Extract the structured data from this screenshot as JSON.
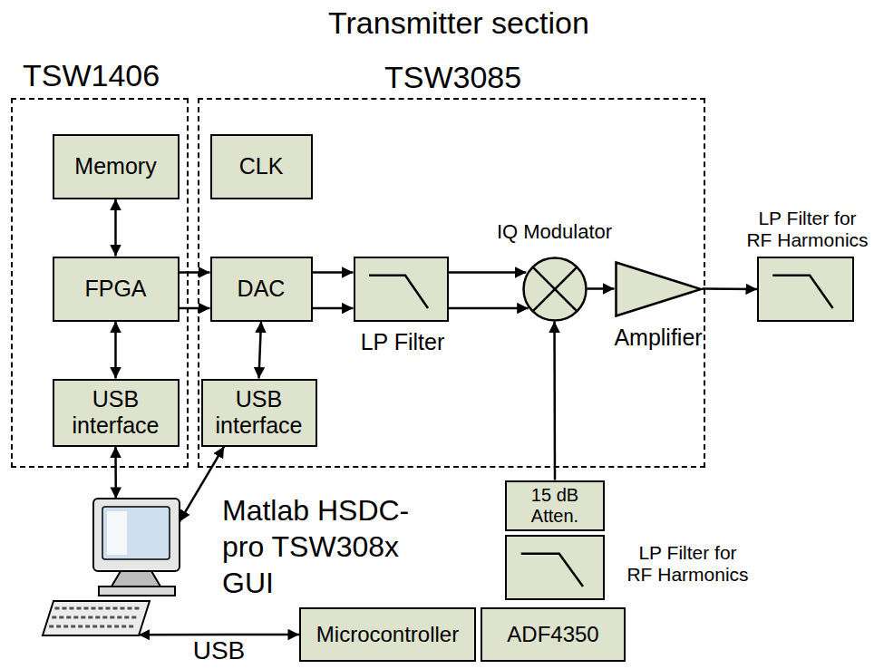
{
  "diagram": {
    "title": "Transmitter section",
    "nodes": [
      {
        "text": [
          "TSW1406"
        ]
      },
      {
        "text": [
          "Memory"
        ],
        "in": 0
      },
      {
        "text": [
          "FPGA"
        ],
        "in": 0
      },
      {
        "text": [
          "USB interface"
        ],
        "in": 0
      },
      {
        "text": [
          "TSW3085"
        ]
      },
      {
        "text": [
          "CLK"
        ],
        "in": 4
      },
      {
        "text": [
          "DAC"
        ],
        "in": 4
      },
      {
        "text": [
          "USB interface"
        ],
        "in": 4
      },
      {
        "text": [
          "LP Filter"
        ],
        "in": 4
      },
      {
        "text": [
          "IQ Modulator"
        ],
        "in": 4
      },
      {
        "text": [
          "Amplifier"
        ],
        "in": 4
      },
      {
        "text": [
          "LP Filter for RF Harmonics"
        ]
      },
      {
        "text": [
          "Matlab HSDC-pro TSW308x GUI"
        ]
      },
      {
        "text": [
          "15 dB Atten."
        ]
      },
      {
        "text": [
          "LP Filter for RF Harmonics"
        ]
      },
      {
        "text": [
          "Microcontroller"
        ]
      },
      {
        "text": [
          "ADF4350"
        ]
      }
    ],
    "edges": [
      {
        "from": 1,
        "to": 2,
        "arrow": "both"
      },
      {
        "from": 2,
        "to": 3,
        "arrow": "both"
      },
      {
        "from": 3,
        "to": 12,
        "arrow": "both"
      },
      {
        "from": 2,
        "to": 6,
        "arrow": "to"
      },
      {
        "from": 2,
        "to": 6,
        "arrow": "to"
      },
      {
        "from": 6,
        "to": 7,
        "arrow": "both"
      },
      {
        "from": 7,
        "to": 12,
        "arrow": "both"
      },
      {
        "from": 6,
        "to": 8,
        "arrow": "to"
      },
      {
        "from": 6,
        "to": 8,
        "arrow": "to"
      },
      {
        "from": 8,
        "to": 9,
        "arrow": "to"
      },
      {
        "from": 8,
        "to": 9,
        "arrow": "to"
      },
      {
        "from": 9,
        "to": 10,
        "arrow": "to"
      },
      {
        "from": 10,
        "to": 11,
        "arrow": "to"
      },
      {
        "from": 13,
        "to": 9,
        "arrow": "to"
      },
      {
        "from": 12,
        "to": 15,
        "label": "USB",
        "arrow": "both"
      }
    ]
  }
}
